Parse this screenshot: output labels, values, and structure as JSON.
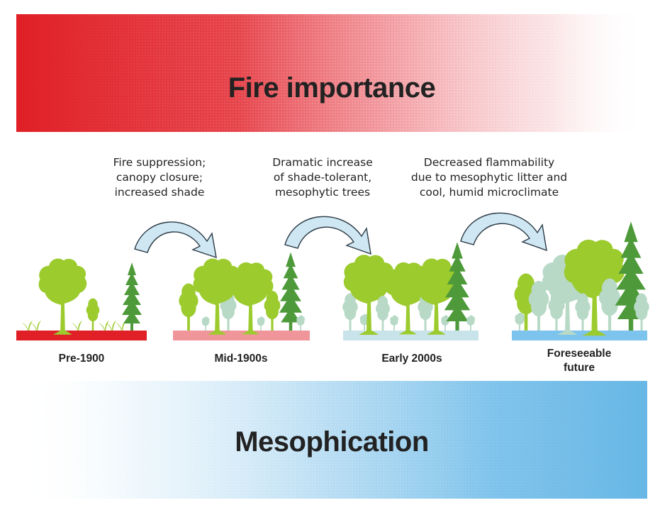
{
  "top_band": {
    "title": "Fire importance",
    "color": "#e01f26"
  },
  "bottom_band": {
    "title": "Mesophication",
    "color": "#67b7e6"
  },
  "annotations": [
    "Fire suppression;\ncanopy closure;\nincreased shade",
    "Dramatic increase\nof shade-tolerant,\nmesophytic trees",
    "Decreased flammability\ndue to mesophytic litter and\ncool, humid microclimate"
  ],
  "eras": [
    {
      "label": "Pre-1900",
      "ground_color": "#e01f26"
    },
    {
      "label": "Mid-1900s",
      "ground_color": "#f0969a"
    },
    {
      "label": "Early 2000s",
      "ground_color": "#c9e3ea"
    },
    {
      "label": "Foreseeable\nfuture",
      "ground_color": "#7cc4ee"
    }
  ],
  "colors": {
    "oak": "#9ccb2e",
    "pine": "#4e9a3a",
    "mesophyte": "#b7d9c6",
    "arrow_fill": "#cfe7f2",
    "arrow_stroke": "#2b3a45"
  }
}
